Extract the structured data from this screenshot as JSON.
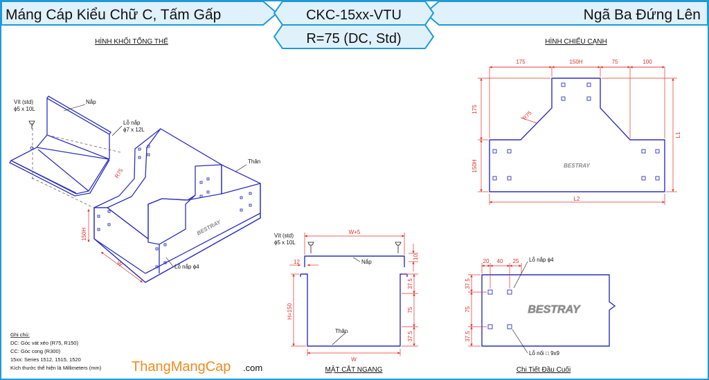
{
  "header": {
    "left_title": "Máng Cáp Kiểu Chữ C, Tấm Gấp",
    "code": "CKC-15xx-VTU",
    "radius": "R=75 (DC, Std)",
    "right_title": "Ngã Ba Đứng Lên"
  },
  "views": {
    "iso_title": "HÌNH KHỐI TỔNG THỂ",
    "side_title": "HÌNH CHIẾU CẠNH",
    "section_title": "MẶT CẮT NGANG",
    "end_title": "Chi Tiết Đầu Cuối"
  },
  "iso": {
    "screw": "Vít (std)",
    "screw_size": "ϕ5 x 10L",
    "lid": "Nắp",
    "lid_hole": "Lỗ nắp",
    "lid_hole_size": "ϕ7 x 12L",
    "radius": "R75",
    "body": "Thân",
    "height": "150H",
    "width": "W",
    "hole_note": "Lỗ nắp ϕ4",
    "logo": "BESTRAY"
  },
  "side": {
    "dims_top": [
      "175",
      "150H",
      "75",
      "100"
    ],
    "dim_left_top": "175",
    "dim_left_bottom": "150H",
    "dim_right": "L1",
    "dim_bottom": "L2",
    "radius": "R75",
    "logo": "BESTRAY"
  },
  "section": {
    "screw": "Vít (std)",
    "screw_size": "ϕ5 x 10L",
    "top_width": "W+5",
    "dim_10": "10",
    "dim_12": "12",
    "lid": "Nắp",
    "height": "H=150",
    "dims_right": [
      "37.5",
      "75",
      "37.5"
    ],
    "body": "Thân",
    "width": "W"
  },
  "end_detail": {
    "dims_top": [
      "20",
      "40",
      "25"
    ],
    "hole_label": "Lỗ nắp ϕ4",
    "dims_left": [
      "37.5",
      "75",
      "37.5"
    ],
    "slot_label": "Lỗ nối □ 9x9",
    "logo": "BESTRAY"
  },
  "notes": {
    "heading": "Ghi chú:",
    "lines": [
      "DC: Góc vát xéo (R75, R150)",
      "CC: Góc cong (R300)",
      "15xx: Series 1512, 1515, 1520",
      "Kích thước thể hiện là Millimeters (mm)"
    ]
  },
  "brand": {
    "name": "ThangMangCap",
    "suffix": ".com"
  },
  "colors": {
    "banner": "#dff1fb",
    "banner_border": "#1e9ad6",
    "line": "#2b2fbf",
    "dimension": "#e0302a",
    "brand": "#f28a1e"
  }
}
